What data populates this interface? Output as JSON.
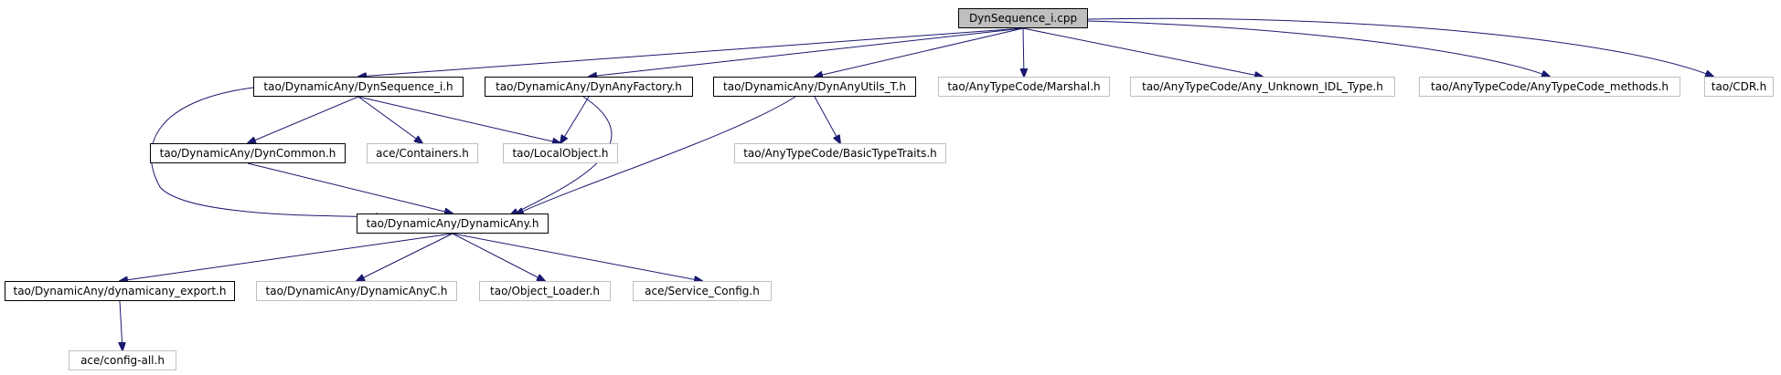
{
  "graph": {
    "nodes": {
      "root": "DynSequence_i.cpp",
      "dynsequence_i_h": "tao/DynamicAny/DynSequence_i.h",
      "dynanyfactory_h": "tao/DynamicAny/DynAnyFactory.h",
      "dynanyutils_t_h": "tao/DynamicAny/DynAnyUtils_T.h",
      "marshal_h": "tao/AnyTypeCode/Marshal.h",
      "any_unknown_idl_type_h": "tao/AnyTypeCode/Any_Unknown_IDL_Type.h",
      "anytypecode_methods_h": "tao/AnyTypeCode/AnyTypeCode_methods.h",
      "cdr_h": "tao/CDR.h",
      "dyncommon_h": "tao/DynamicAny/DynCommon.h",
      "containers_h": "ace/Containers.h",
      "localobject_h": "tao/LocalObject.h",
      "basictypetraits_h": "tao/AnyTypeCode/BasicTypeTraits.h",
      "dynamicany_h": "tao/DynamicAny/DynamicAny.h",
      "dynamicany_export_h": "tao/DynamicAny/dynamicany_export.h",
      "dynamicanyc_h": "tao/DynamicAny/DynamicAnyC.h",
      "object_loader_h": "tao/Object_Loader.h",
      "service_config_h": "ace/Service_Config.h",
      "config_all_h": "ace/config-all.h"
    },
    "edges": [
      [
        "root",
        "dynsequence_i_h"
      ],
      [
        "root",
        "dynanyfactory_h"
      ],
      [
        "root",
        "dynanyutils_t_h"
      ],
      [
        "root",
        "marshal_h"
      ],
      [
        "root",
        "any_unknown_idl_type_h"
      ],
      [
        "root",
        "anytypecode_methods_h"
      ],
      [
        "root",
        "cdr_h"
      ],
      [
        "dynsequence_i_h",
        "dyncommon_h"
      ],
      [
        "dynsequence_i_h",
        "containers_h"
      ],
      [
        "dynsequence_i_h",
        "localobject_h"
      ],
      [
        "dynsequence_i_h",
        "dynamicany_h"
      ],
      [
        "dynanyfactory_h",
        "localobject_h"
      ],
      [
        "dynanyfactory_h",
        "dynamicany_h"
      ],
      [
        "dynanyutils_t_h",
        "basictypetraits_h"
      ],
      [
        "dynanyutils_t_h",
        "dynamicany_h"
      ],
      [
        "dyncommon_h",
        "dynamicany_h"
      ],
      [
        "dynamicany_h",
        "dynamicany_export_h"
      ],
      [
        "dynamicany_h",
        "dynamicanyc_h"
      ],
      [
        "dynamicany_h",
        "object_loader_h"
      ],
      [
        "dynamicany_h",
        "service_config_h"
      ],
      [
        "dynamicany_export_h",
        "config_all_h"
      ]
    ]
  },
  "colors": {
    "edge": "#191970",
    "root_fill": "#bfbfbf",
    "documented_border": "#000000",
    "external_border": "#bfbfbf"
  }
}
